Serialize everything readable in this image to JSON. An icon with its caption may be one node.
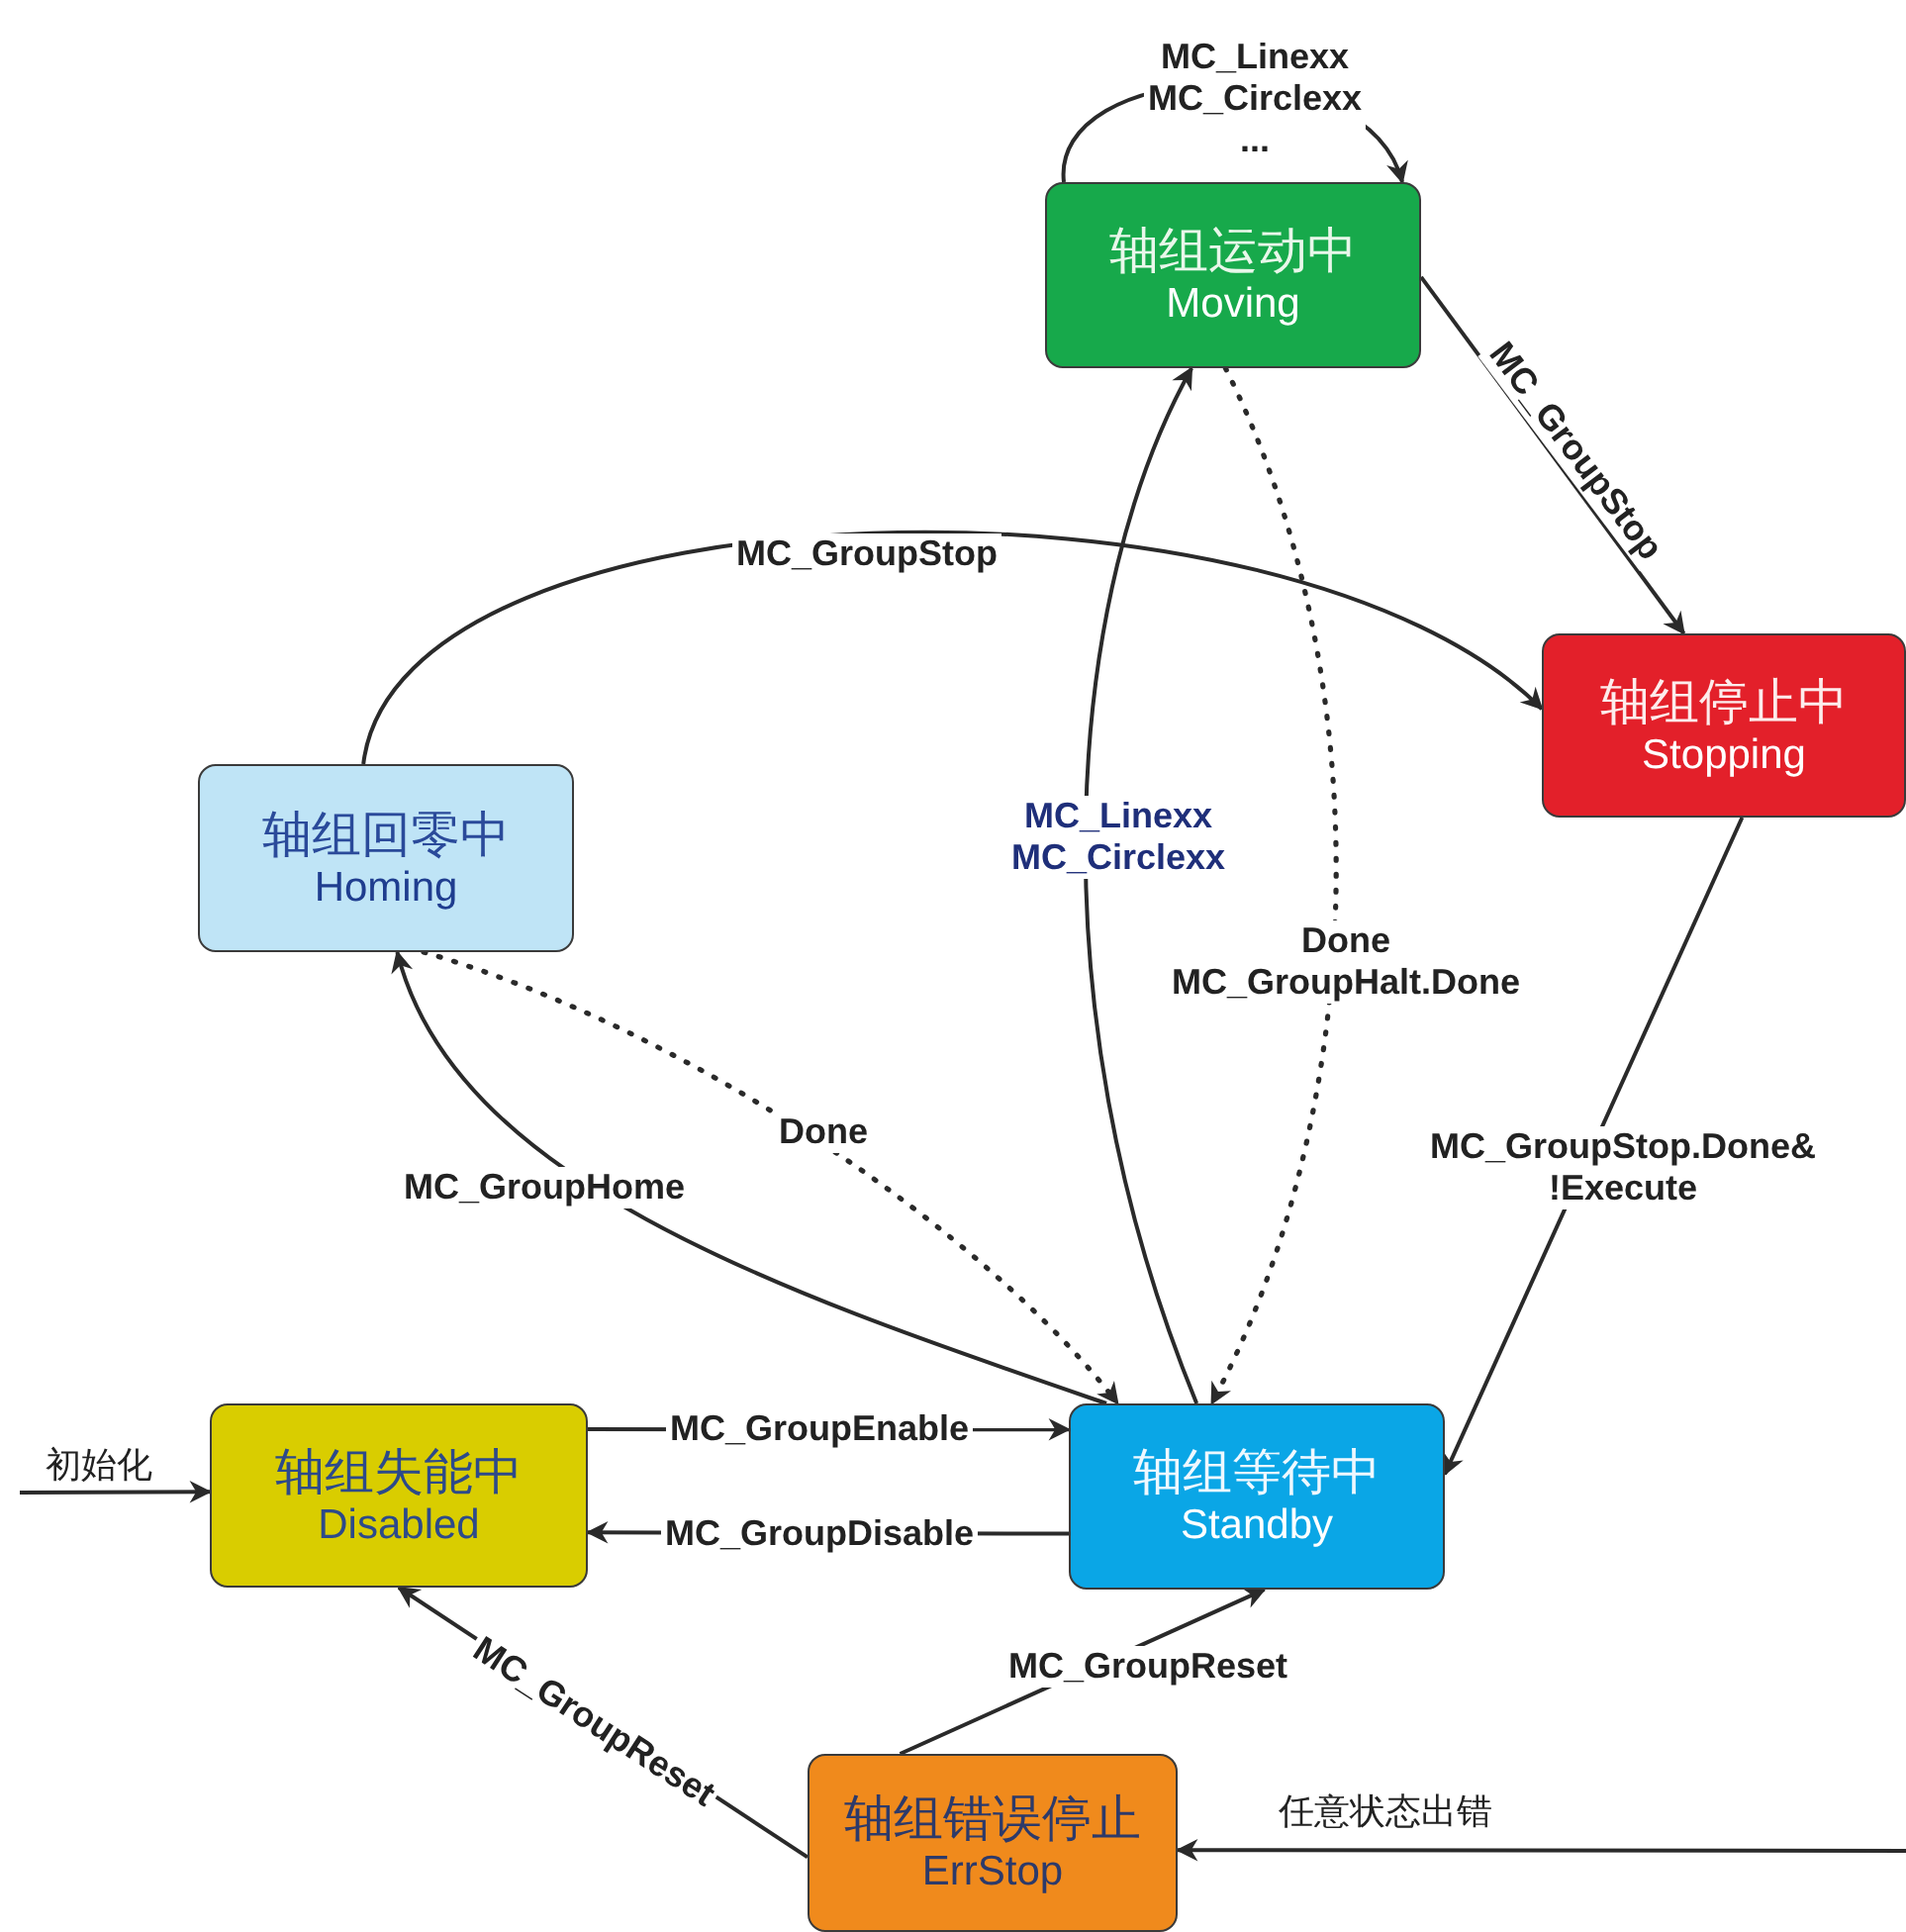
{
  "diagram": {
    "nodes": [
      {
        "text": [
          "轴组运动中",
          "Moving"
        ]
      },
      {
        "text": [
          "轴组停止中",
          "Stopping"
        ]
      },
      {
        "text": [
          "轴组回零中",
          "Homing"
        ]
      },
      {
        "text": [
          "轴组失能中",
          "Disabled"
        ]
      },
      {
        "text": [
          "轴组等待中",
          "Standby"
        ]
      },
      {
        "text": [
          "轴组错误停止",
          "ErrStop"
        ]
      }
    ],
    "edges": [
      {
        "from": 0,
        "to": 0,
        "arrow": "to",
        "label": "MC_Linexx MC_Circlexx ..."
      },
      {
        "from": 0,
        "to": 1,
        "arrow": "to",
        "label": "MC_GroupStop"
      },
      {
        "from": 2,
        "to": 1,
        "arrow": "to",
        "label": "MC_GroupStop"
      },
      {
        "from": 4,
        "to": 0,
        "arrow": "to",
        "label": "MC_Linexx MC_Circlexx"
      },
      {
        "from": 0,
        "to": 4,
        "arrow": "to",
        "label": "Done MC_GroupHalt.Done",
        "style": "dashed"
      },
      {
        "from": 1,
        "to": 4,
        "arrow": "to",
        "label": "MC_GroupStop.Done& !Execute"
      },
      {
        "from": 4,
        "to": 2,
        "arrow": "to",
        "label": "MC_GroupHome"
      },
      {
        "from": 2,
        "to": 4,
        "arrow": "to",
        "label": "Done",
        "style": "dashed"
      },
      {
        "from": 3,
        "to": 4,
        "arrow": "to",
        "label": "MC_GroupEnable"
      },
      {
        "from": 4,
        "to": 3,
        "arrow": "to",
        "label": "MC_GroupDisable"
      },
      {
        "from": 5,
        "to": 4,
        "arrow": "to",
        "label": "MC_GroupReset"
      },
      {
        "from": 5,
        "to": 3,
        "arrow": "to",
        "label": "MC_GroupReset"
      },
      {
        "from": null,
        "to": 3,
        "arrow": "to",
        "label": "初始化"
      },
      {
        "from": null,
        "to": 5,
        "arrow": "to",
        "label": "任意状态出错"
      }
    ]
  }
}
